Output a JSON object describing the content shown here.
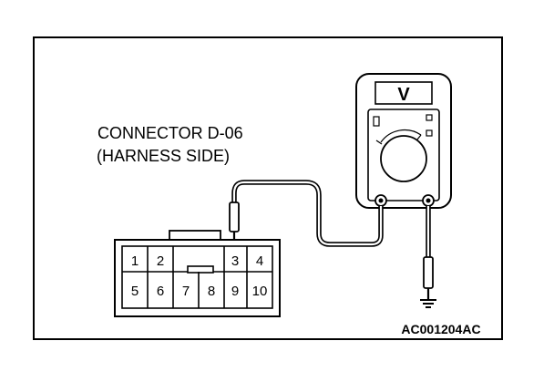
{
  "label": {
    "line1": "CONNECTOR D-06",
    "line2": "(HARNESS SIDE)"
  },
  "connector": {
    "pins": [
      "1",
      "2",
      "3",
      "4",
      "5",
      "6",
      "7",
      "8",
      "9",
      "10"
    ]
  },
  "meter": {
    "display_glyph": "V"
  },
  "code": "AC001204AC"
}
